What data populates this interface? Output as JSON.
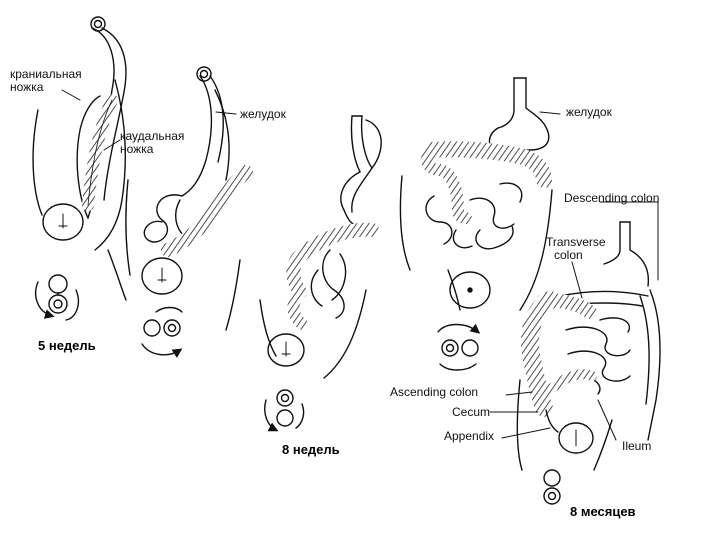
{
  "labels": {
    "cranial_limb": [
      "краниальная",
      "ножка"
    ],
    "caudal_limb": [
      "каудальная",
      "ножка"
    ],
    "stomach_1": "желудок",
    "stomach_2": "желудок",
    "descending_colon": "Descending colon",
    "transverse_colon": [
      "Transverse",
      "colon"
    ],
    "ascending_colon": "Ascending colon",
    "cecum": "Cecum",
    "appendix": "Appendix",
    "ileum": "Ileum"
  },
  "stages": {
    "week5": "5 недель",
    "week8": "8 недель",
    "month8": "8 месяцев"
  },
  "colors": {
    "ink": "#111111",
    "background": "#ffffff"
  },
  "icons": [
    "rotation-arrow-icon",
    "rotation-circle-icon"
  ]
}
